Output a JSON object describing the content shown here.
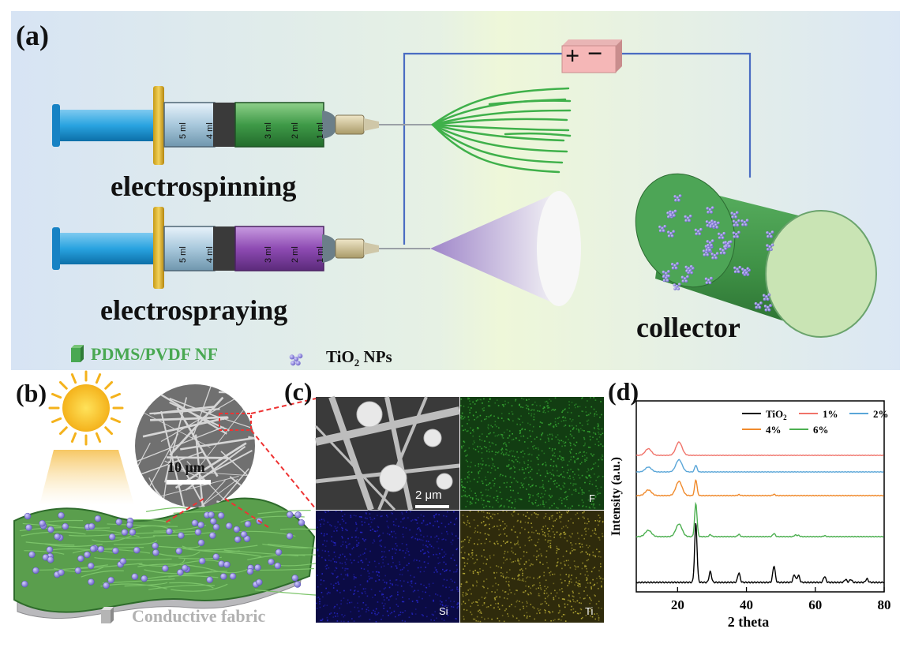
{
  "panels": {
    "a": "(a)",
    "b": "(b)",
    "c": "(c)",
    "d": "(d)"
  },
  "processes": {
    "spinning": "electrospinning",
    "spraying": "electrospraying"
  },
  "collector": "collector",
  "power": {
    "plus": "+",
    "minus": "−"
  },
  "syringe_marks": [
    "5 ml",
    "4 ml",
    "3 ml",
    "2 ml",
    "1 ml"
  ],
  "legend_a": {
    "nf": "PDMS/PVDF NF",
    "tio2": "TiO",
    "tio2_sub": "2",
    "tio2_suffix": " NPs"
  },
  "legend_b": {
    "fabric": "Conductive fabric"
  },
  "sem": {
    "scale": "10 μm",
    "scale_c": "2 μm"
  },
  "eds_maps": {
    "f": "F",
    "si": "Si",
    "ti": "Ti"
  },
  "colors": {
    "fiber_green": "#3f9a48",
    "spray_purple": "#8e4bb3",
    "np_blue": "#8f87dc",
    "accent_border": "#7c9bd6"
  },
  "chart_data": {
    "type": "line",
    "xlabel": "2 theta",
    "ylabel": "Intensity (a.u.)",
    "xlim": [
      8,
      80
    ],
    "xticks": [
      20,
      40,
      60,
      80
    ],
    "legend_position": "top",
    "series": [
      {
        "name": "TiO2",
        "color": "#000000",
        "offset": 0,
        "peaks": [
          [
            25.3,
            1.0
          ],
          [
            29.5,
            0.18
          ],
          [
            37.8,
            0.16
          ],
          [
            48.0,
            0.28
          ],
          [
            53.9,
            0.13
          ],
          [
            55.1,
            0.12
          ],
          [
            62.7,
            0.1
          ],
          [
            68.8,
            0.05
          ],
          [
            70.3,
            0.05
          ],
          [
            75.0,
            0.06
          ]
        ]
      },
      {
        "name": "6%",
        "color": "#4caf50",
        "offset": 1,
        "peaks": [
          [
            11.5,
            0.2
          ],
          [
            20.4,
            0.4
          ],
          [
            25.3,
            1.05
          ],
          [
            29.5,
            0.06
          ],
          [
            37.8,
            0.07
          ],
          [
            48.0,
            0.1
          ],
          [
            54.2,
            0.05
          ],
          [
            55.1,
            0.04
          ],
          [
            62.7,
            0.03
          ]
        ]
      },
      {
        "name": "4%",
        "color": "#f08a2c",
        "offset": 2,
        "peaks": [
          [
            11.5,
            0.18
          ],
          [
            20.4,
            0.45
          ],
          [
            25.3,
            0.5
          ],
          [
            37.8,
            0.03
          ],
          [
            48.0,
            0.04
          ]
        ]
      },
      {
        "name": "2%",
        "color": "#5aa6d8",
        "offset": 3,
        "peaks": [
          [
            11.5,
            0.22
          ],
          [
            20.4,
            0.55
          ],
          [
            25.3,
            0.3
          ]
        ]
      },
      {
        "name": "1%",
        "color": "#f0736a",
        "offset": 4,
        "peaks": [
          [
            11.5,
            0.3
          ],
          [
            20.4,
            0.6
          ]
        ]
      }
    ],
    "legend_order": [
      "TiO2",
      "1%",
      "2%",
      "4%",
      "6%"
    ]
  }
}
